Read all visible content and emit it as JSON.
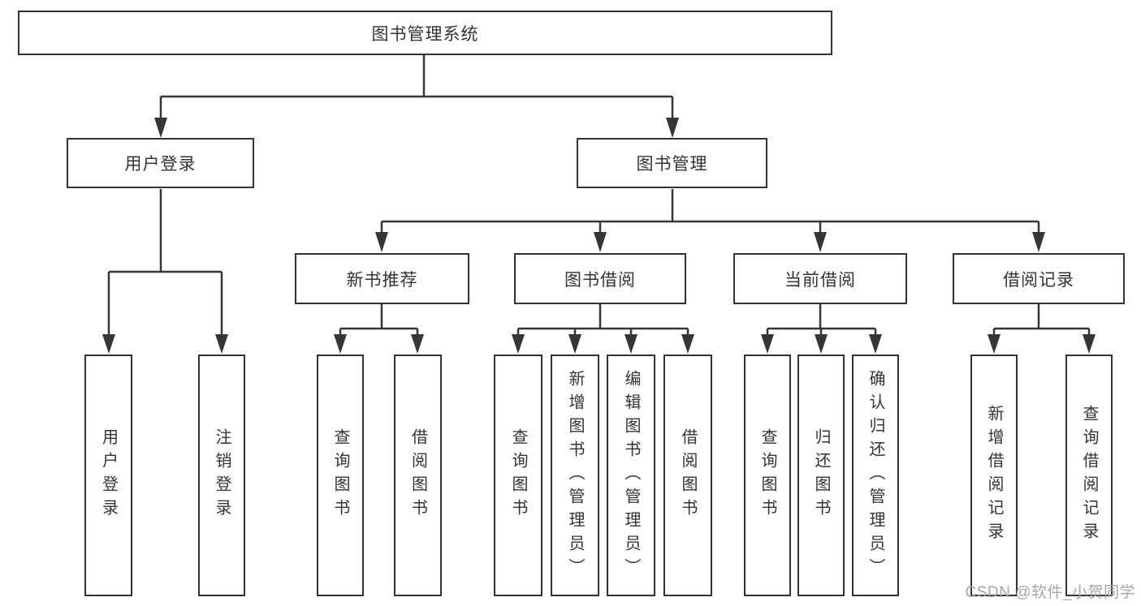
{
  "diagram": {
    "nodes": {
      "root": {
        "label": "图书管理系统"
      },
      "user_login": {
        "label": "用户登录"
      },
      "book_mgmt": {
        "label": "图书管理"
      },
      "new_book_rec": {
        "label": "新书推荐"
      },
      "book_borrow": {
        "label": "图书借阅"
      },
      "current_borrow": {
        "label": "当前借阅"
      },
      "borrow_records": {
        "label": "借阅记录"
      },
      "ul_login": {
        "label": "用户登录"
      },
      "ul_logout": {
        "label": "注销登录"
      },
      "nb_query": {
        "label": "查询图书"
      },
      "nb_borrow": {
        "label": "借阅图书"
      },
      "bb_query": {
        "label": "查询图书"
      },
      "bb_add": {
        "label": "新增图书（管理员）"
      },
      "bb_edit": {
        "label": "编辑图书（管理员）"
      },
      "bb_borrow": {
        "label": "借阅图书"
      },
      "cb_query": {
        "label": "查询图书"
      },
      "cb_return": {
        "label": "归还图书"
      },
      "cb_confirm": {
        "label": "确认归还（管理员）"
      },
      "br_add": {
        "label": "新增借阅记录"
      },
      "br_query": {
        "label": "查询借阅记录"
      }
    },
    "colors": {
      "line": "#363636",
      "box_border": "#333333",
      "box_fill": "#ffffff",
      "text": "#333333",
      "watermark": "#a6a6a6"
    }
  },
  "watermark": {
    "text": "CSDN @软件_小贺同学"
  }
}
